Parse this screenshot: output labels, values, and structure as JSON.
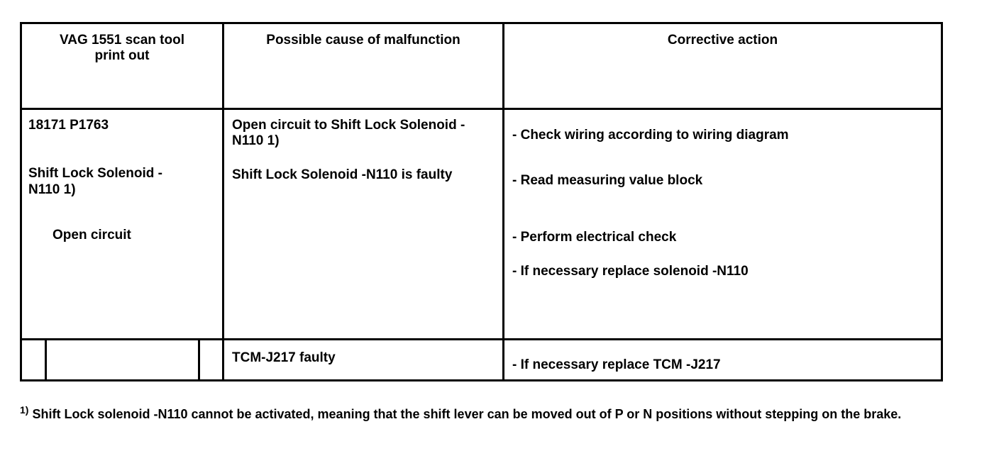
{
  "table": {
    "headers": [
      "VAG 1551 scan tool\nprint out",
      "Possible cause of malfunction",
      "Corrective action"
    ],
    "rows": [
      {
        "print_out": {
          "code": "18171 P1763",
          "component": "Shift Lock Solenoid -\nN110 1)",
          "condition": "Open circuit"
        },
        "causes": [
          "Open circuit to Shift Lock Solenoid -\nN110 1)",
          "Shift Lock Solenoid -N110 is faulty"
        ],
        "actions": [
          "- Check wiring according to wiring diagram",
          "- Read measuring value block",
          "- Perform electrical check",
          "- If necessary replace solenoid -N110"
        ]
      },
      {
        "print_out": {
          "code": "",
          "component": "",
          "condition": ""
        },
        "causes": [
          "TCM-J217 faulty"
        ],
        "actions": [
          "- If necessary replace TCM -J217"
        ]
      }
    ]
  },
  "footnote": {
    "marker": "1)",
    "text": " Shift Lock solenoid -N110 cannot be activated, meaning that the shift lever can be moved out of P or N positions without stepping on the brake."
  }
}
